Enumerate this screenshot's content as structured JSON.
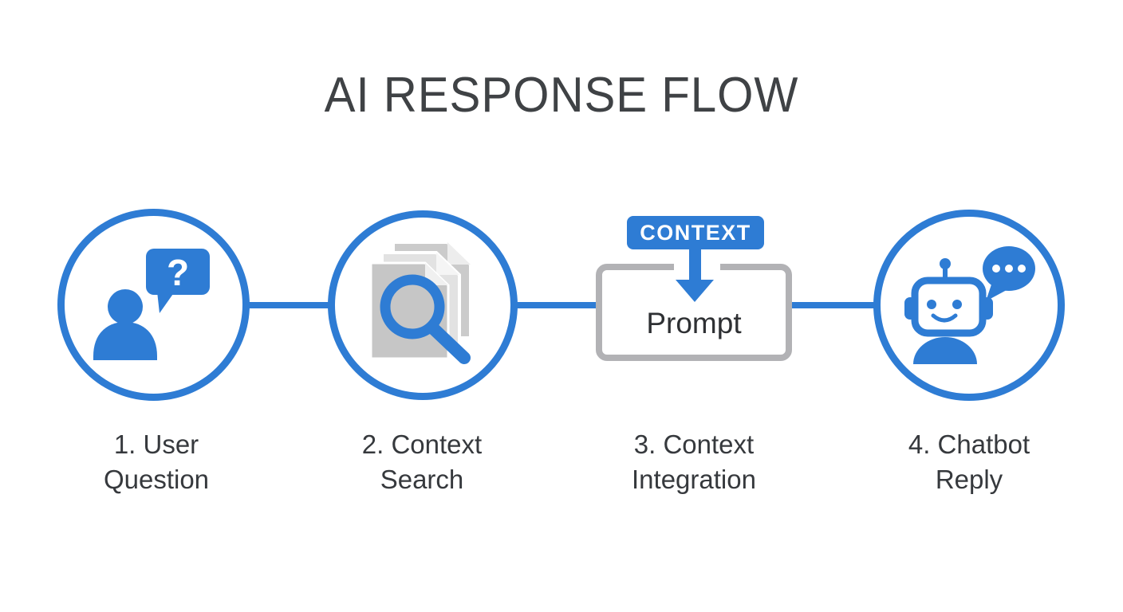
{
  "title": "AI RESPONSE FLOW",
  "colors": {
    "accent_blue": "#2E7CD4",
    "document_gray": "#C6C6C6",
    "box_border_gray": "#B2B2B5",
    "title_text": "#3F4245",
    "label_text": "#36393D",
    "context_tag_text": "#FFFFFF"
  },
  "steps": [
    {
      "number": "1",
      "label_line1": "1. User",
      "label_line2": "Question",
      "icon": "user-question-icon",
      "question_mark": "?"
    },
    {
      "number": "2",
      "label_line1": "2. Context",
      "label_line2": "Search",
      "icon": "document-search-icon"
    },
    {
      "number": "3",
      "label_line1": "3. Context",
      "label_line2": "Integration",
      "icon": "context-prompt-diagram",
      "context_tag": "CONTEXT",
      "prompt_label": "Prompt"
    },
    {
      "number": "4",
      "label_line1": "4. Chatbot",
      "label_line2": "Reply",
      "icon": "chatbot-reply-icon"
    }
  ]
}
